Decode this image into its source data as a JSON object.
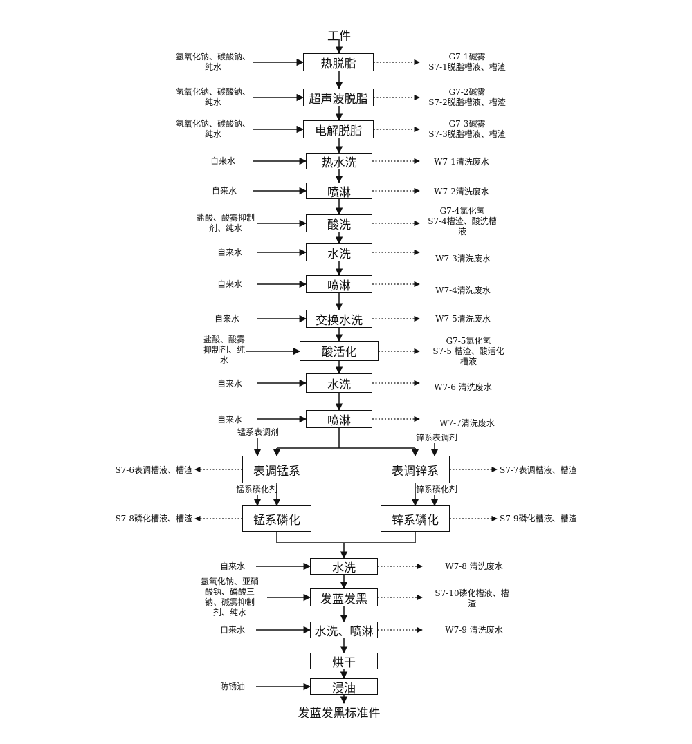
{
  "start": "工件",
  "end": "发蓝发黑标准件",
  "steps": {
    "s1": {
      "name": "热脱脂",
      "input": "氢氧化钠、碳酸钠、\n纯水",
      "output": "G7-1碱雾\nS7-1脱脂槽液、槽渣"
    },
    "s2": {
      "name": "超声波脱脂",
      "input": "氢氧化钠、碳酸钠、\n纯水",
      "output": "G7-2碱雾\nS7-2脱脂槽液、槽渣"
    },
    "s3": {
      "name": "电解脱脂",
      "input": "氢氧化钠、碳酸钠、\n纯水",
      "output": "G7-3碱雾\nS7-3脱脂槽液、槽渣"
    },
    "s4": {
      "name": "热水洗",
      "input": "自来水",
      "output": "W7-1清洗废水"
    },
    "s5": {
      "name": "喷淋",
      "input": "自来水",
      "output": "W7-2清洗废水"
    },
    "s6": {
      "name": "酸洗",
      "input": "盐酸、酸雾抑制\n剂、纯水",
      "output": "G7-4氯化氢\nS7-4槽渣、酸洗槽\n液"
    },
    "s7": {
      "name": "水洗",
      "input": "自来水",
      "output": "W7-3清洗废水"
    },
    "s8": {
      "name": "喷淋",
      "input": "自来水",
      "output": "W7-4清洗废水"
    },
    "s9": {
      "name": "交换水洗",
      "input": "自来水",
      "output": "W7-5清洗废水"
    },
    "s10": {
      "name": "酸活化",
      "input": "盐酸、酸雾\n抑制剂、纯\n水",
      "output": "G7-5氯化氢\nS7-5 槽渣、酸活化\n槽液"
    },
    "s11": {
      "name": "水洗",
      "input": "自来水",
      "output": "W7-6 清洗废水"
    },
    "s12": {
      "name": "喷淋",
      "input": "自来水",
      "output": "W7-7清洗废水"
    },
    "s13": {
      "name": "水洗",
      "input": "自来水",
      "output": "W7-8 清洗废水"
    },
    "s14": {
      "name": "发蓝发黑",
      "input": "氢氧化钠、亚硝\n酸钠、磷酸三\n钠、碱雾抑制\n剂、纯水",
      "output": "S7-10磷化槽液、槽\n渣"
    },
    "s15": {
      "name": "水洗、喷淋",
      "input": "自来水",
      "output": "W7-9 清洗废水"
    },
    "s16": {
      "name": "烘干"
    },
    "s17": {
      "name": "浸油",
      "input": "防锈油"
    }
  },
  "branches": {
    "mn_adjust": {
      "name": "表调锰系",
      "agent": "锰系表调剂",
      "output": "S7-6表调槽液、槽渣"
    },
    "zn_adjust": {
      "name": "表调锌系",
      "agent": "锌系表调剂",
      "output": "S7-7表调槽液、槽渣"
    },
    "mn_phos": {
      "name": "锰系磷化",
      "agent": "锰系磷化剂",
      "output": "S7-8磷化槽液、槽渣"
    },
    "zn_phos": {
      "name": "锌系磷化",
      "agent": "锌系磷化剂",
      "output": "S7-9磷化槽液、槽渣"
    }
  }
}
